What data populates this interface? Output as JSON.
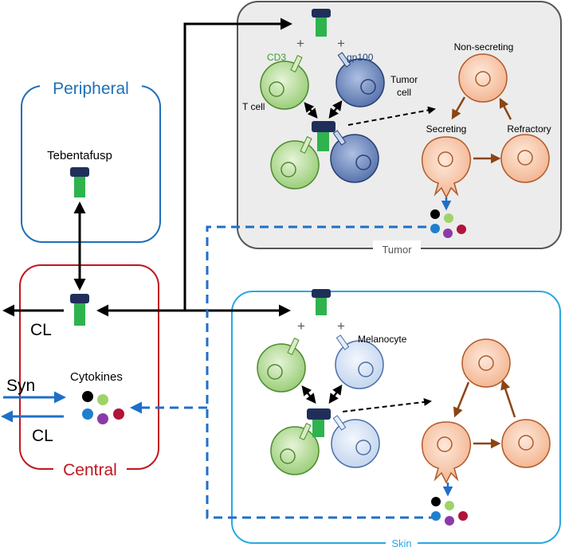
{
  "compartments": {
    "peripheral": {
      "label": "Peripheral",
      "color": "#1f6fb8"
    },
    "central": {
      "label": "Central",
      "color": "#c0161f"
    },
    "tumor": {
      "label": "Tumor",
      "color": "#555555"
    },
    "skin": {
      "label": "Skin",
      "color": "#2aa8e0"
    }
  },
  "drug": {
    "label": "Tebentafusp"
  },
  "central_labels": {
    "cl_top": "CL",
    "syn": "Syn",
    "cl_bottom": "CL",
    "cytokines": "Cytokines"
  },
  "tumor_labels": {
    "cd3": "CD3",
    "gp100": "gp100",
    "tumor_cell": [
      "Tumor",
      "cell"
    ],
    "t_cell": "T cell",
    "plus": "+",
    "non_secreting": "Non-secreting",
    "secreting": "Secreting",
    "refractory": "Refractory"
  },
  "skin_labels": {
    "melanocyte": "Melanocyte",
    "plus": "+"
  },
  "colors": {
    "tcell_fill": "#a9d68a",
    "tcell_stroke": "#4e8a2e",
    "tumorcell_fill": "#4f6fa8",
    "tumorcell_stroke": "#2a3f70",
    "melanocyte_fill": "#d2e0f2",
    "melanocyte_stroke": "#4a6fa8",
    "macrophage_fill": "#f5c4a6",
    "macrophage_stroke": "#b05a2a",
    "drug_head": "#1f2f5a",
    "drug_body": "#2eb34e",
    "cytokines": [
      "#000000",
      "#9fd36a",
      "#1f7fcf",
      "#8b3aa8",
      "#b0153a"
    ]
  }
}
